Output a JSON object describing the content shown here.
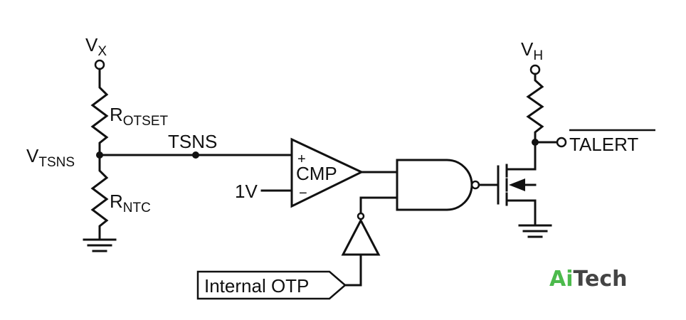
{
  "labels": {
    "vx": {
      "main": "V",
      "sub": "X"
    },
    "vh": {
      "main": "V",
      "sub": "H"
    },
    "r_otset": {
      "main": "R",
      "sub": "OTSET"
    },
    "r_ntc": {
      "main": "R",
      "sub": "NTC"
    },
    "v_tsns": {
      "main": "V",
      "sub": "TSNS"
    },
    "tsns": "TSNS",
    "cmp": "CMP",
    "cmp_plus": "+",
    "cmp_minus": "−",
    "one_v": "1V",
    "talert": "TALERT",
    "internal_otp": "Internal OTP"
  },
  "watermark": {
    "part1": "Ai",
    "part2": "Tech",
    "color1": "#4cba4c",
    "color2": "#444444"
  }
}
